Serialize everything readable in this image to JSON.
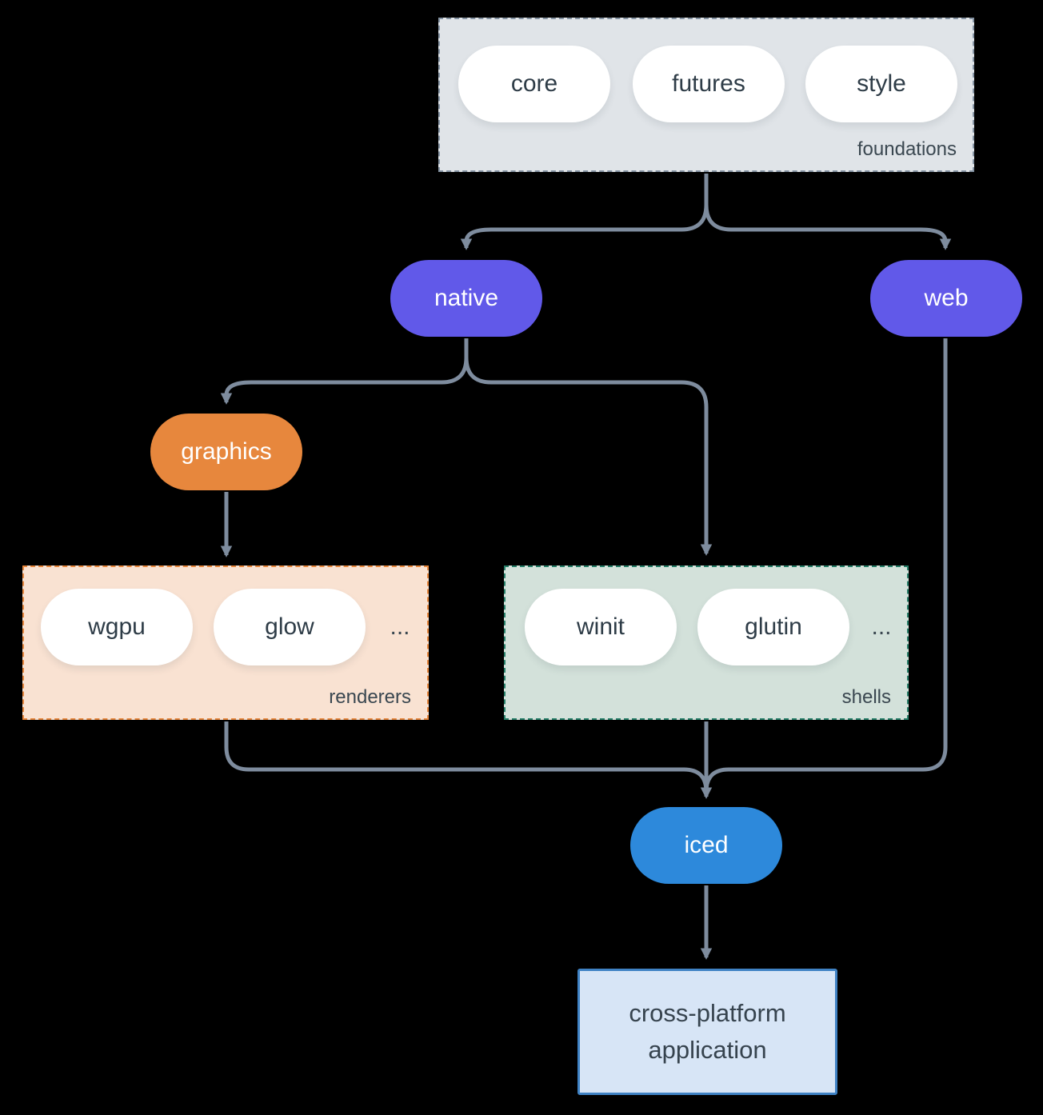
{
  "diagram": {
    "background_color": "#000000",
    "connector_color": "#7e8c9e",
    "foundations": {
      "label": "foundations",
      "items": [
        "core",
        "futures",
        "style"
      ],
      "fill": "#e0e4e8",
      "border_color": "#8593a3"
    },
    "native": {
      "label": "native",
      "fill": "#6159e9"
    },
    "web": {
      "label": "web",
      "fill": "#6159e9"
    },
    "graphics": {
      "label": "graphics",
      "fill": "#e7873d"
    },
    "renderers": {
      "label": "renderers",
      "items": [
        "wgpu",
        "glow"
      ],
      "ellipsis": "...",
      "fill": "#f9e2d2",
      "border_color": "#e7873d"
    },
    "shells": {
      "label": "shells",
      "items": [
        "winit",
        "glutin"
      ],
      "ellipsis": "...",
      "fill": "#d3e1da",
      "border_color": "#267e68"
    },
    "iced": {
      "label": "iced",
      "fill": "#2d89db"
    },
    "application": {
      "label": "cross-platform application",
      "fill": "#d7e5f6",
      "border_color": "#3f82c4"
    }
  }
}
